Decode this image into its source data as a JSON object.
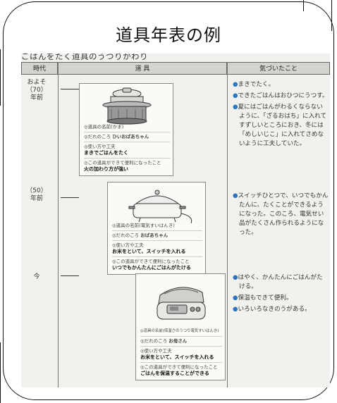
{
  "page_title": "道具年表の例",
  "sheet_heading": "ごはんをたく道具のうつりかわり",
  "columns": {
    "era": "時代",
    "tool": "道 具",
    "notes": "気づいたこと"
  },
  "eras": [
    {
      "label": "およそ\n（70）\n年前"
    },
    {
      "label": "（50）\n年前"
    },
    {
      "label": "今"
    }
  ],
  "cards": [
    {
      "tool_name": "◎道具の名前(かま)",
      "when_label": "◎だれのころ",
      "when_value": "ひいおばあちゃん",
      "how_label": "◎使い方や工夫",
      "how_value": "まきでごはんをたく",
      "improve_label": "◎この道具ができて便利になったこと",
      "improve_value": "火の加わり方が強い"
    },
    {
      "tool_name": "◎道具の名前(電気すいはんき)",
      "when_label": "◎だれのころ",
      "when_value": "おばあちゃん",
      "how_label": "◎使い方や工夫",
      "how_value": "お米をといて、スイッチを入れる",
      "improve_label": "◎この道具ができて便利になったこと",
      "improve_value": "いつでもかんたんにごはんがたける"
    },
    {
      "tool_name": "◎道具の名前(保温さのうつり電気すいはんき)",
      "when_label": "◎だれのころ",
      "when_value": "お母さん",
      "how_label": "◎使い方や工夫",
      "how_value": "お米をといて、スイッチを入れる",
      "improve_label": "◎この道具ができて便利になったこと",
      "improve_value": "ごはんを保温することができる"
    }
  ],
  "notes": [
    [
      "まきでたく。",
      "できたごはんはおひつにうつす。",
      "夏にはごはんがわるくならないように、「ざるおはち」に入れてすずしいところにおき、冬には「めしいじこ」に入れてさめないように工夫していた。"
    ],
    [
      "スイッチひとつで、いつでもかんたんに、たくことができるようになった。このころ、電気せい品がたくさん作られるようになった。"
    ],
    [
      "はやく、かんたんにごはんがたける。",
      "保温もできて便利。",
      "いろいろなきのうがある。"
    ]
  ],
  "colors": {
    "bullet": "#2a74c0",
    "header_fill": "#d4d4cf",
    "sheet_fill": "#f1f1ee"
  }
}
